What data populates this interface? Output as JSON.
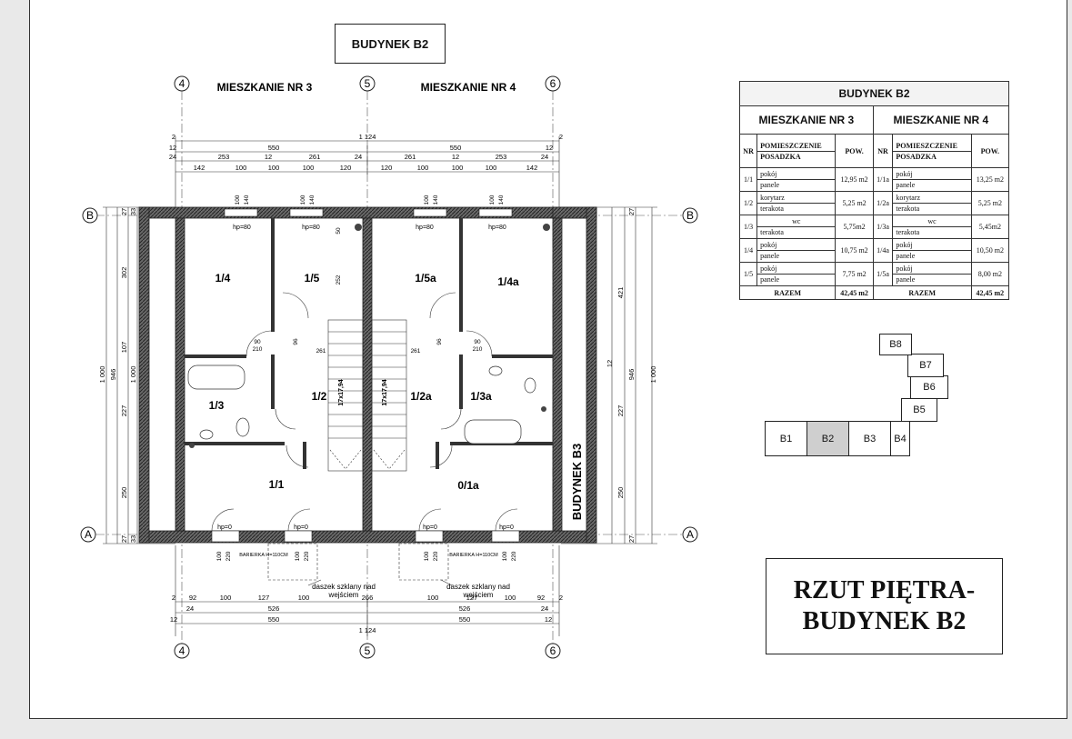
{
  "building_box": "BUDYNEK B2",
  "flat_labels": [
    "MIESZKANIE NR 3",
    "MIESZKANIE NR 4"
  ],
  "axis_labels": {
    "four": "4",
    "five": "5",
    "six": "6",
    "a": "A",
    "b": "B"
  },
  "rooms": {
    "r14": "1/4",
    "r15": "1/5",
    "r15a": "1/5a",
    "r14a": "1/4a",
    "r13": "1/3",
    "r12": "1/2",
    "r12a": "1/2a",
    "r13a": "1/3a",
    "r11": "1/1",
    "r01a": "0/1a"
  },
  "neighbour_label": "BUDYNEK B3",
  "hp_labels": {
    "hp80": "hp=80",
    "hp0": "hp=0"
  },
  "stairs_label": "17x17,94",
  "roof_note": {
    "line1": "daszek szklany nad",
    "line2": "wejściem"
  },
  "barrier_note": "BARIERKA H=110CM",
  "dims": {
    "d1124": "1 124",
    "d550": "550",
    "d12": "12",
    "d2": "2",
    "d24": "24",
    "d253": "253",
    "d261": "261",
    "d142": "142",
    "d100": "100",
    "d120": "120",
    "d92": "92",
    "d127": "127",
    "d266": "266",
    "d526": "526",
    "d1000": "1 000",
    "d946": "946",
    "d227": "227",
    "d250": "250",
    "d27": "27",
    "d33": "33",
    "d302": "302",
    "d107": "107",
    "d421": "421",
    "d140": "140",
    "d252": "252",
    "d50": "50",
    "d220": "220",
    "d90": "90",
    "d210": "210",
    "d96": "96"
  },
  "table": {
    "title": "BUDYNEK B2",
    "flat3": "MIESZKANIE NR 3",
    "flat4": "MIESZKANIE NR 4",
    "col_nr": "NR",
    "col_room_1": "POMIESZCZENIE",
    "col_room_2": "POSADZKA",
    "col_area": "POW.",
    "rows": [
      {
        "nr3": "1/1",
        "name3": "pokój",
        "floor3": "panele",
        "area3": "12,95 m2",
        "nr4": "1/1a",
        "name4": "pokój",
        "floor4": "panele",
        "area4": "13,25 m2"
      },
      {
        "nr3": "1/2",
        "name3": "korytarz",
        "floor3": "terakota",
        "area3": "5,25 m2",
        "nr4": "1/2a",
        "name4": "korytarz",
        "floor4": "terakota",
        "area4": "5,25 m2"
      },
      {
        "nr3": "1/3",
        "name3": "wc",
        "floor3": "terakota",
        "area3": "5,75m2",
        "nr4": "1/3a",
        "name4": "wc",
        "floor4": "terakota",
        "area4": "5,45m2"
      },
      {
        "nr3": "1/4",
        "name3": "pokój",
        "floor3": "panele",
        "area3": "10,75 m2",
        "nr4": "1/4a",
        "name4": "pokój",
        "floor4": "panele",
        "area4": "10,50 m2"
      },
      {
        "nr3": "1/5",
        "name3": "pokój",
        "floor3": "panele",
        "area3": "7,75 m2",
        "nr4": "1/5a",
        "name4": "pokój",
        "floor4": "panele",
        "area4": "8,00 m2"
      }
    ],
    "sum_label": "RAZEM",
    "sum3": "42,45 m2",
    "sum4": "42,45 m2"
  },
  "key_plan": [
    "B1",
    "B2",
    "B3",
    "B4",
    "B5",
    "B6",
    "B7",
    "B8"
  ],
  "key_selected": "B2",
  "plan_title": {
    "line1": "RZUT PIĘTRA-",
    "line2": "BUDYNEK  B2"
  }
}
